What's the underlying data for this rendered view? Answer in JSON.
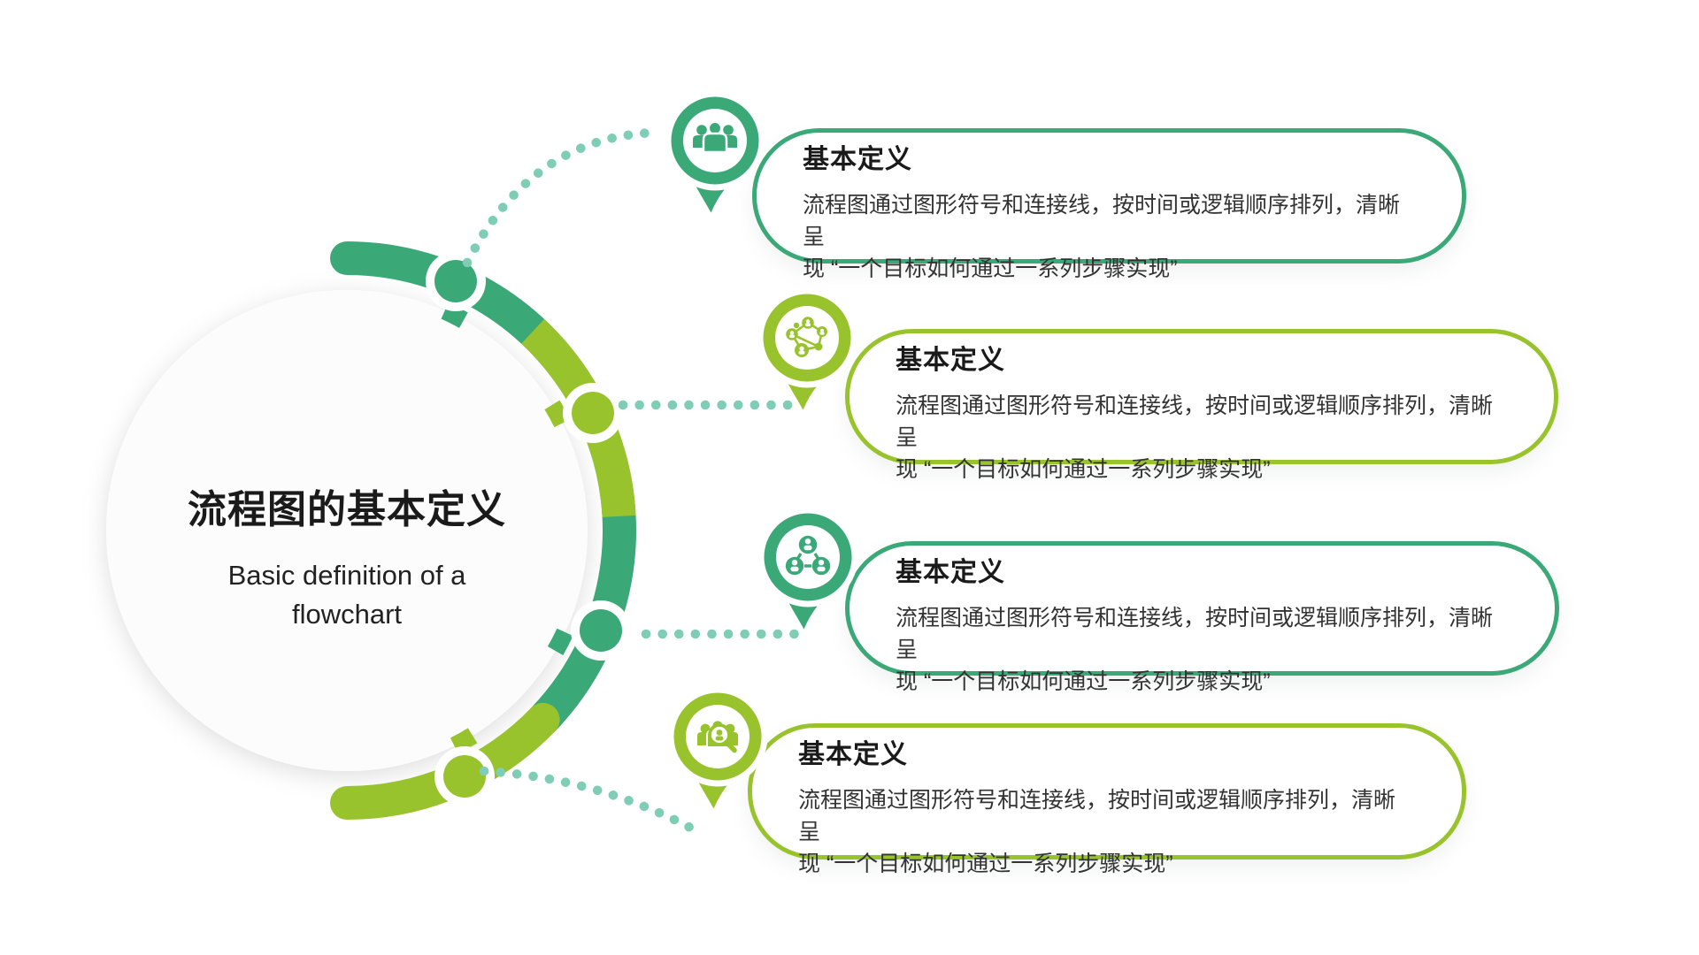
{
  "colors": {
    "teal": "#3BA878",
    "ygreen": "#98C32D",
    "dot": "#7ECDB4",
    "title": "#1A1A1A",
    "body": "#333333"
  },
  "center": {
    "title": "流程图的基本定义",
    "subtitle_line1": "Basic definition of a",
    "subtitle_line2": "flowchart"
  },
  "cards": [
    {
      "title": "基本定义",
      "body_line1": "流程图通过图形符号和连接线，按时间或逻辑顺序排列，清晰呈",
      "body_line2": "现 “一个目标如何通过一系列步骤实现”",
      "accent": "#3BA878",
      "icon": "group-people-icon"
    },
    {
      "title": "基本定义",
      "body_line1": "流程图通过图形符号和连接线，按时间或逻辑顺序排列，清晰呈",
      "body_line2": "现 “一个目标如何通过一系列步骤实现”",
      "accent": "#98C32D",
      "icon": "people-network-icon"
    },
    {
      "title": "基本定义",
      "body_line1": "流程图通过图形符号和连接线，按时间或逻辑顺序排列，清晰呈",
      "body_line2": "现 “一个目标如何通过一系列步骤实现”",
      "accent": "#3BA878",
      "icon": "people-hierarchy-icon"
    },
    {
      "title": "基本定义",
      "body_line1": "流程图通过图形符号和连接线，按时间或逻辑顺序排列，清晰呈",
      "body_line2": "现 “一个目标如何通过一系列步骤实现”",
      "accent": "#98C32D",
      "icon": "people-search-icon"
    }
  ]
}
